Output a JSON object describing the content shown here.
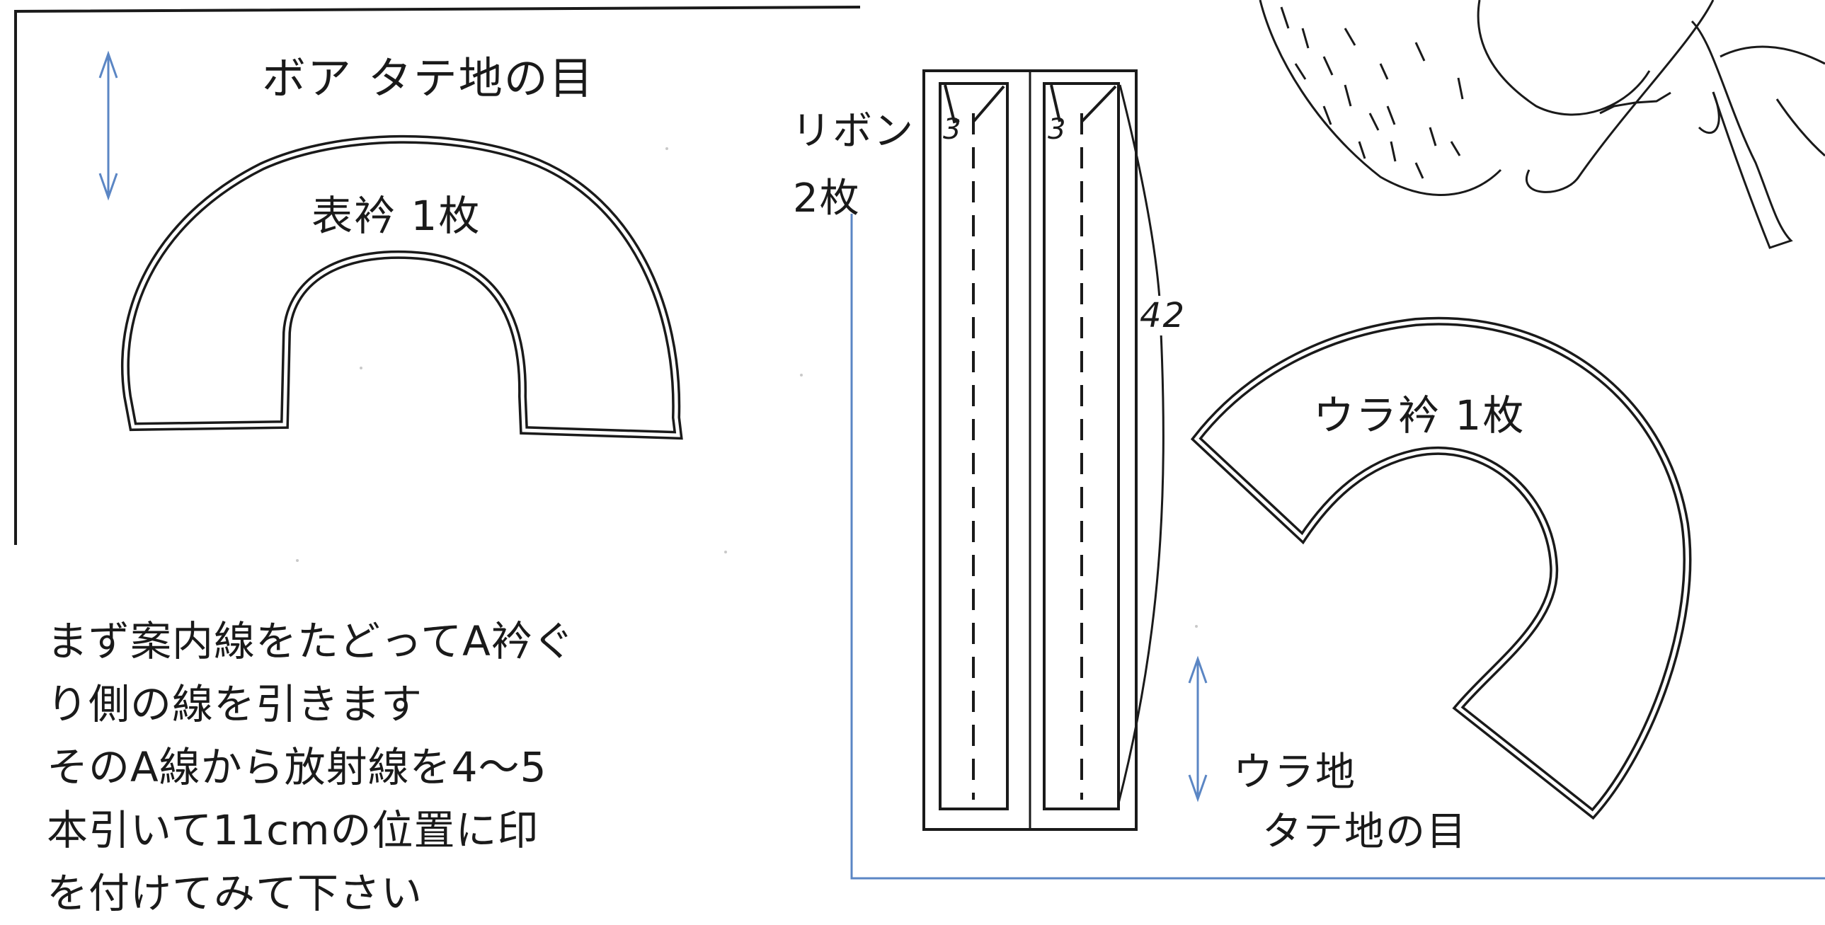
{
  "front_collar": {
    "grain_label": "ボア タテ地の目",
    "piece_label": "表衿 1枚"
  },
  "ribbon": {
    "label_line1": "リボン",
    "label_line2": "2枚",
    "seam_left": "3",
    "seam_right": "3",
    "length": "42"
  },
  "back_collar": {
    "piece_label": "ウラ衿 1枚",
    "fabric_label": "ウラ地",
    "grain_label": "タテ地の目"
  },
  "instructions": [
    "まず案内線をたどってA衿ぐ",
    "り側の線を引きます",
    "そのA線から放射線を4～5",
    "本引いて11cmの位置に印",
    "を付けてみて下さい"
  ],
  "colors": {
    "outline": "#1a1a1a",
    "grain_arrow": "#5b86c4",
    "frame_line": "#5b86c4"
  }
}
